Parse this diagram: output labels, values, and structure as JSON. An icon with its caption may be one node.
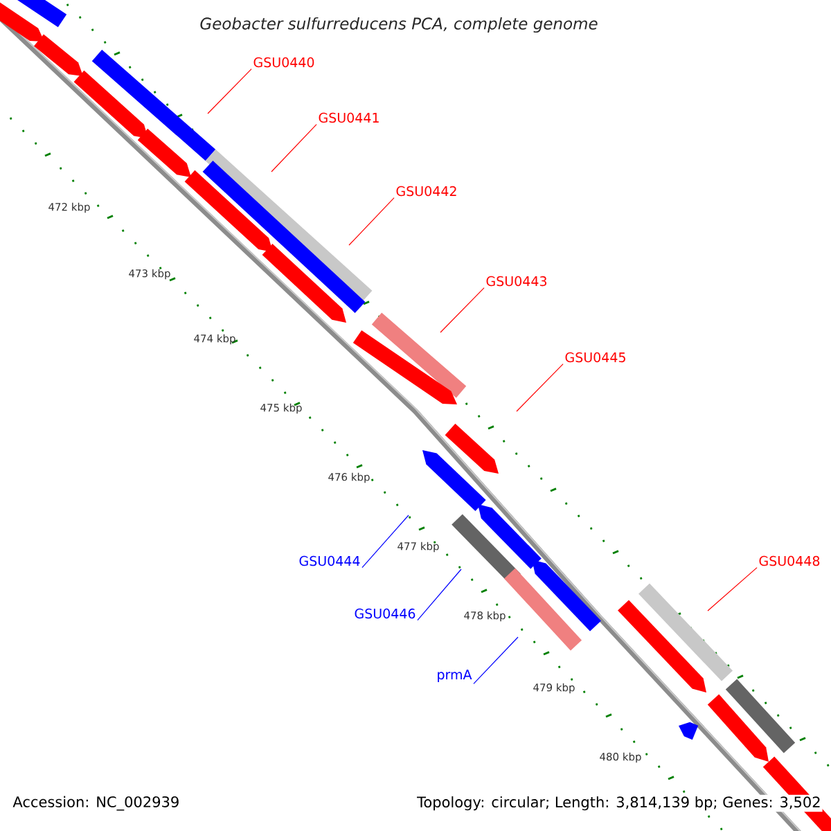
{
  "diagram": {
    "title": "*Geobacter sulfurreducens* PCA, complete genome",
    "nodes": [
      {
        "text": [
          "GSU0440"
        ]
      },
      {
        "text": [
          "GSU0441"
        ]
      },
      {
        "text": [
          "GSU0442"
        ]
      },
      {
        "text": [
          "GSU0443"
        ]
      },
      {
        "text": [
          "GSU0445"
        ]
      },
      {
        "text": [
          "GSU0448"
        ]
      },
      {
        "text": [
          "GSU0444"
        ]
      },
      {
        "text": [
          "GSU0446"
        ]
      },
      {
        "text": [
          "prmA"
        ]
      }
    ],
    "edges": [
      {
        "from": 0,
        "to": null,
        "arrow": "none"
      },
      {
        "from": 1,
        "to": null,
        "arrow": "none"
      },
      {
        "from": 2,
        "to": null,
        "arrow": "none"
      },
      {
        "from": 3,
        "to": null,
        "arrow": "none"
      },
      {
        "from": 4,
        "to": null,
        "arrow": "none"
      },
      {
        "from": 5,
        "to": null,
        "arrow": "none"
      },
      {
        "from": 6,
        "to": null,
        "arrow": "none",
        "color": "#0000ff"
      },
      {
        "from": 7,
        "to": null,
        "arrow": "none",
        "color": "#0000ff"
      },
      {
        "from": 8,
        "to": null,
        "arrow": "none",
        "color": "#0000ff"
      }
    ],
    "labels": [
      "472 kbp",
      "473 kbp",
      "474 kbp",
      "475 kbp",
      "476 kbp",
      "477 kbp",
      "478 kbp",
      "479 kbp",
      "480 kbp",
      "Accession: NC_002939",
      "Topology: circular; Length: 3,814,139 bp; Genes: 3,502"
    ]
  }
}
